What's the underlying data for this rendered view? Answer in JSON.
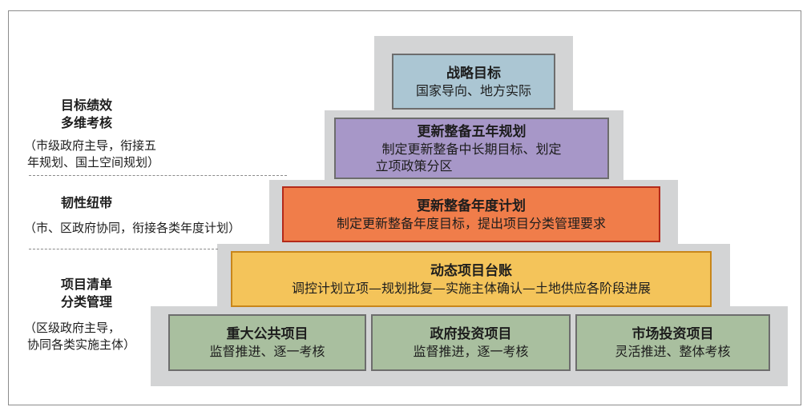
{
  "pyramid": {
    "colors": {
      "background_step": "#d3d4d5",
      "level1": "#abc6d3",
      "level2": "#a797c8",
      "level3": "#f07d4a",
      "level4": "#f4c45a",
      "level5": "#a9bf9f"
    },
    "level1": {
      "title": "战略目标",
      "subtitle": "国家导向、地方实际"
    },
    "level2": {
      "title": "更新整备五年规划",
      "subtitle_line1": "制定更新整备中长期目标、划定",
      "subtitle_line2": "立项政策分区"
    },
    "level3": {
      "title": "更新整备年度计划",
      "subtitle": "制定更新整备年度目标，提出项目分类管理要求"
    },
    "level4": {
      "title": "动态项目台账",
      "subtitle": "调控计划立项—规划批复—实施主体确认—土地供应各阶段进展"
    },
    "level5": [
      {
        "title": "重大公共项目",
        "subtitle": "监督推进、逐一考核"
      },
      {
        "title": "政府投资项目",
        "subtitle": "监督推进，逐一考核"
      },
      {
        "title": "市场投资项目",
        "subtitle": "灵活推进、整体考核"
      }
    ]
  },
  "side_labels": {
    "top": {
      "heading_line1": "目标绩效",
      "heading_line2": "多维考核",
      "desc_line1": "（市级政府主导，衔接五",
      "desc_line2": "年规划、国土空间规划）"
    },
    "middle": {
      "heading": "韧性纽带",
      "desc": "（市、区政府协同，衔接各类年度计划）"
    },
    "bottom": {
      "heading_line1": "项目清单",
      "heading_line2": "分类管理",
      "desc_line1": "（区级政府主导，",
      "desc_line2": "协同各类实施主体）"
    }
  }
}
